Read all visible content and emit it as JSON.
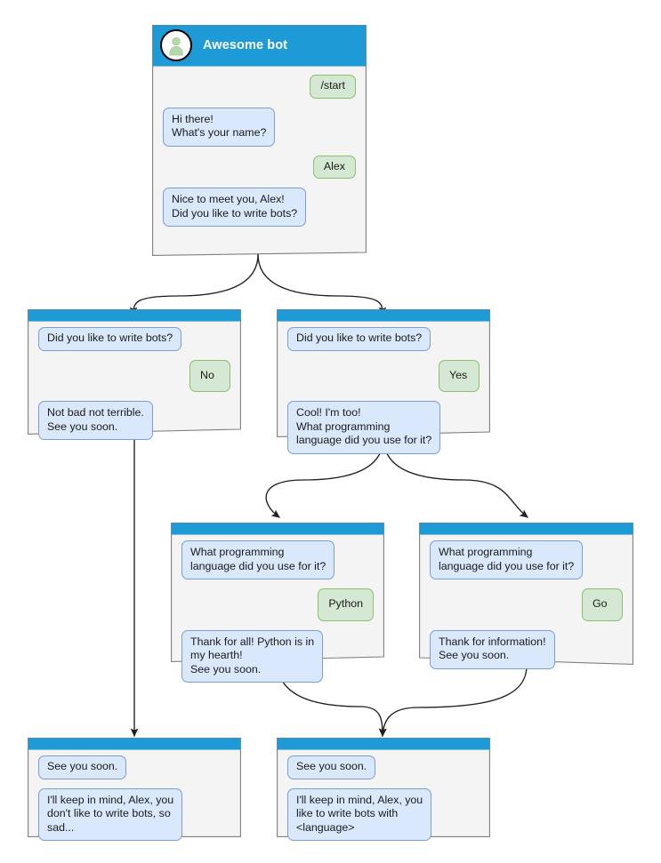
{
  "diagram": {
    "type": "bot-conversation-flowchart",
    "colors": {
      "card_header": "#1e9bd7",
      "card_body": "#f4f4f4",
      "card_border": "#808080",
      "bot_bubble_fill": "#dae8fc",
      "bot_bubble_border": "#7b9fd0",
      "user_bubble_fill": "#d5e8d4",
      "user_bubble_border": "#8cbf6e",
      "avatar_person": "#b5d8ab",
      "connector": "#1f1f1f",
      "background": "#ffffff"
    }
  },
  "cards": [
    {
      "id": "start",
      "has_title": true,
      "title": "Awesome bot",
      "avatar_icon": "person-avatar-icon",
      "messages": [
        {
          "sender": "user",
          "text": "/start"
        },
        {
          "sender": "bot",
          "text": "Hi there!\nWhat's your name?"
        },
        {
          "sender": "user",
          "text": "Alex"
        },
        {
          "sender": "bot",
          "text": "Nice to meet you, Alex!\nDid you like to write bots?"
        }
      ]
    },
    {
      "id": "answer-no",
      "has_title": false,
      "title": "",
      "messages": [
        {
          "sender": "bot",
          "text": "Did you like to write bots?"
        },
        {
          "sender": "user",
          "text": "No"
        },
        {
          "sender": "bot",
          "text": "Not bad not terrible.\nSee you soon."
        }
      ]
    },
    {
      "id": "answer-yes",
      "has_title": false,
      "title": "",
      "messages": [
        {
          "sender": "bot",
          "text": "Did you like to write bots?"
        },
        {
          "sender": "user",
          "text": "Yes"
        },
        {
          "sender": "bot",
          "text": "Cool! I'm too!\nWhat programming\nlanguage did you use for it?"
        }
      ]
    },
    {
      "id": "language-python",
      "has_title": false,
      "title": "",
      "messages": [
        {
          "sender": "bot",
          "text": "What programming\nlanguage did you use for it?"
        },
        {
          "sender": "user",
          "text": "Python"
        },
        {
          "sender": "bot",
          "text": "Thank for all! Python is in\nmy hearth!\nSee you soon."
        }
      ]
    },
    {
      "id": "language-go",
      "has_title": false,
      "title": "",
      "messages": [
        {
          "sender": "bot",
          "text": "What programming\nlanguage did you use for it?"
        },
        {
          "sender": "user",
          "text": "Go"
        },
        {
          "sender": "bot",
          "text": "Thank for information!\nSee you soon."
        }
      ]
    },
    {
      "id": "end-no",
      "has_title": false,
      "title": "",
      "messages": [
        {
          "sender": "bot",
          "text": "See you soon."
        },
        {
          "sender": "bot",
          "text": "I'll keep in mind, Alex, you\ndon't like to write bots, so\nsad..."
        }
      ]
    },
    {
      "id": "end-yes",
      "has_title": false,
      "title": "",
      "messages": [
        {
          "sender": "bot",
          "text": "See you soon."
        },
        {
          "sender": "bot",
          "text": "I'll keep in mind, Alex, you\nlike to write bots with\n<language>"
        }
      ]
    }
  ],
  "connectors": [
    {
      "id": "start-to-no",
      "from": "start",
      "to": "answer-no",
      "style": "curved-arrow"
    },
    {
      "id": "start-to-yes",
      "from": "start",
      "to": "answer-yes",
      "style": "curved-arrow"
    },
    {
      "id": "no-to-end",
      "from": "answer-no",
      "to": "end-no",
      "style": "straight-arrow"
    },
    {
      "id": "yes-to-python",
      "from": "answer-yes",
      "to": "language-python",
      "style": "curved-arrow"
    },
    {
      "id": "yes-to-go",
      "from": "answer-yes",
      "to": "language-go",
      "style": "curved-arrow"
    },
    {
      "id": "python-to-end",
      "from": "language-python",
      "to": "end-yes",
      "style": "curved-arrow"
    },
    {
      "id": "go-to-end",
      "from": "language-go",
      "to": "end-yes",
      "style": "curved-arrow"
    }
  ]
}
